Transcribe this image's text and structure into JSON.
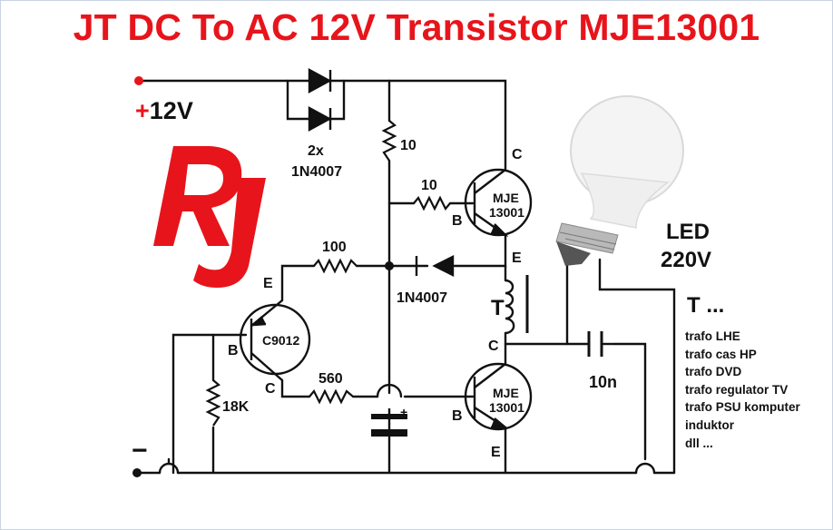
{
  "title": "JT DC To AC 12V Transistor MJE13001",
  "logo_text": "RJ",
  "supply": {
    "positive": "+12V",
    "negative": "−"
  },
  "diodes": {
    "pair_count": "2x",
    "pair_part": "1N4007",
    "single_part": "1N4007"
  },
  "resistors": {
    "r_top": "10",
    "r_base": "10",
    "r_100": "100",
    "r_560": "560",
    "r_18k": "18K"
  },
  "transistors": {
    "q_top": {
      "line1": "MJE",
      "line2": "13001",
      "c": "C",
      "b": "B",
      "e": "E"
    },
    "q_bottom": {
      "line1": "MJE",
      "line2": "13001",
      "c": "C",
      "b": "B",
      "e": "E"
    },
    "q_pnp": {
      "part": "C9012",
      "e": "E",
      "b": "B",
      "c": "C"
    }
  },
  "transformer_label": "T",
  "capacitor_label": "10n",
  "load": {
    "line1": "LED",
    "line2": "220V"
  },
  "notes": {
    "heading": "T ...",
    "items": [
      "trafo LHE",
      "trafo cas HP",
      "trafo DVD",
      "trafo regulator TV",
      "trafo PSU komputer",
      "induktor",
      "dll ..."
    ]
  },
  "colors": {
    "title": "#e8141b",
    "logo": "#e8141b",
    "wire": "#111111"
  }
}
